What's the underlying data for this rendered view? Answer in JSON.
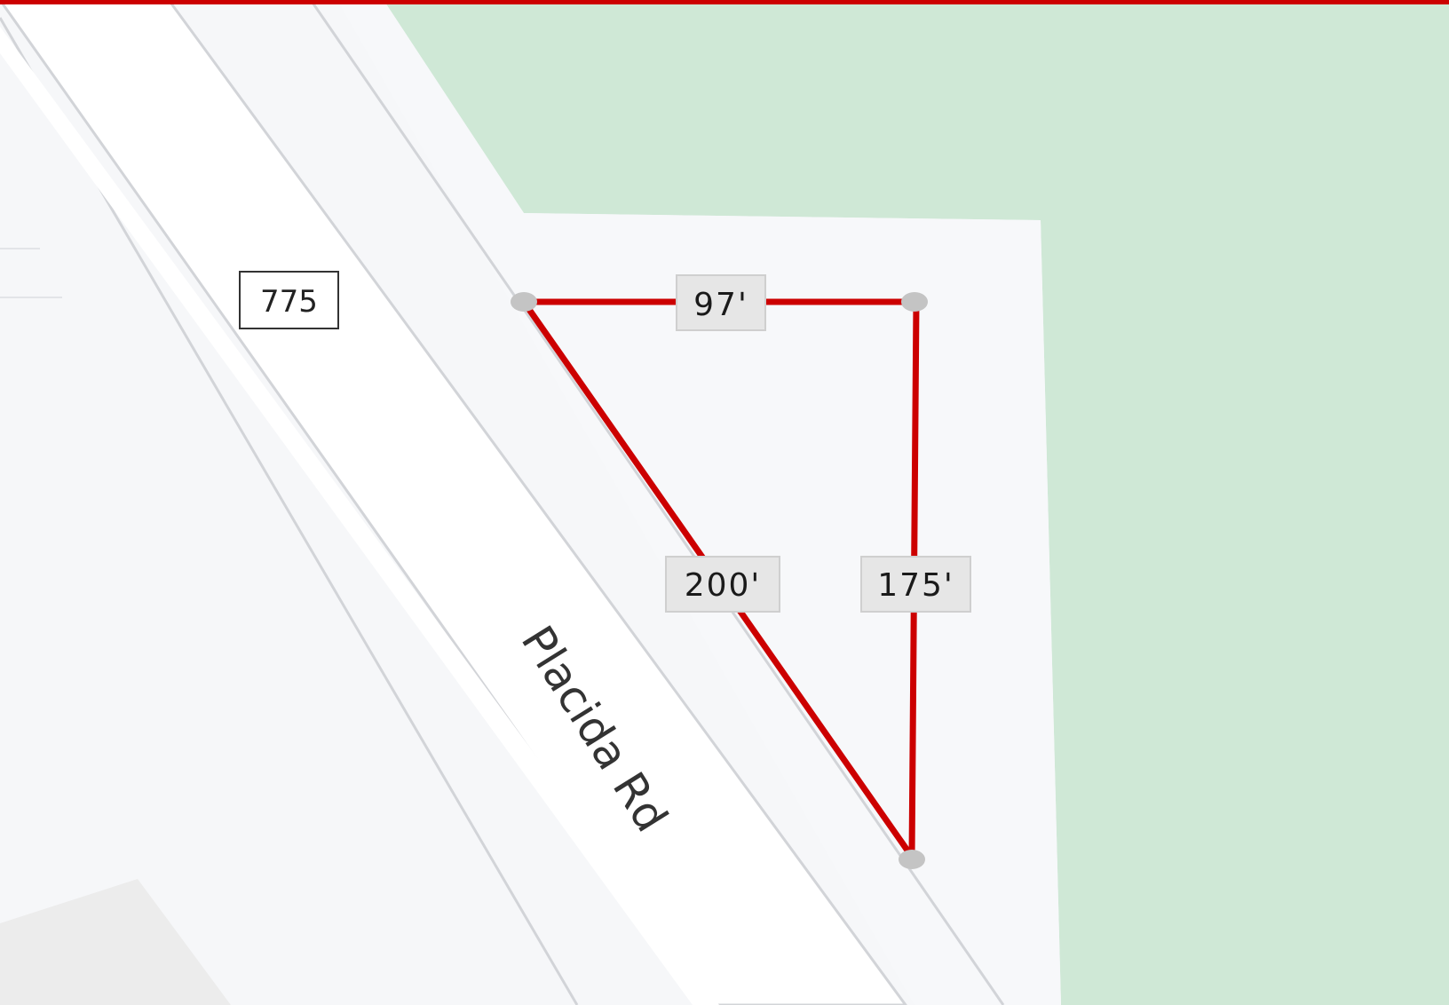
{
  "colors": {
    "boundary": "#cc0000",
    "park": "#cfe8d6",
    "land": "#f6f7f9",
    "road": "#ffffff",
    "road_edge": "#d2d4d8",
    "vertex": "#c4c4c4",
    "label_bg": "#e6e6e6"
  },
  "map": {
    "parcel_number": "775",
    "street_name": "Placida Rd"
  },
  "parcel": {
    "sides": [
      {
        "name": "top",
        "length": "97'"
      },
      {
        "name": "hypotenuse",
        "length": "200'"
      },
      {
        "name": "right",
        "length": "175'"
      }
    ]
  }
}
